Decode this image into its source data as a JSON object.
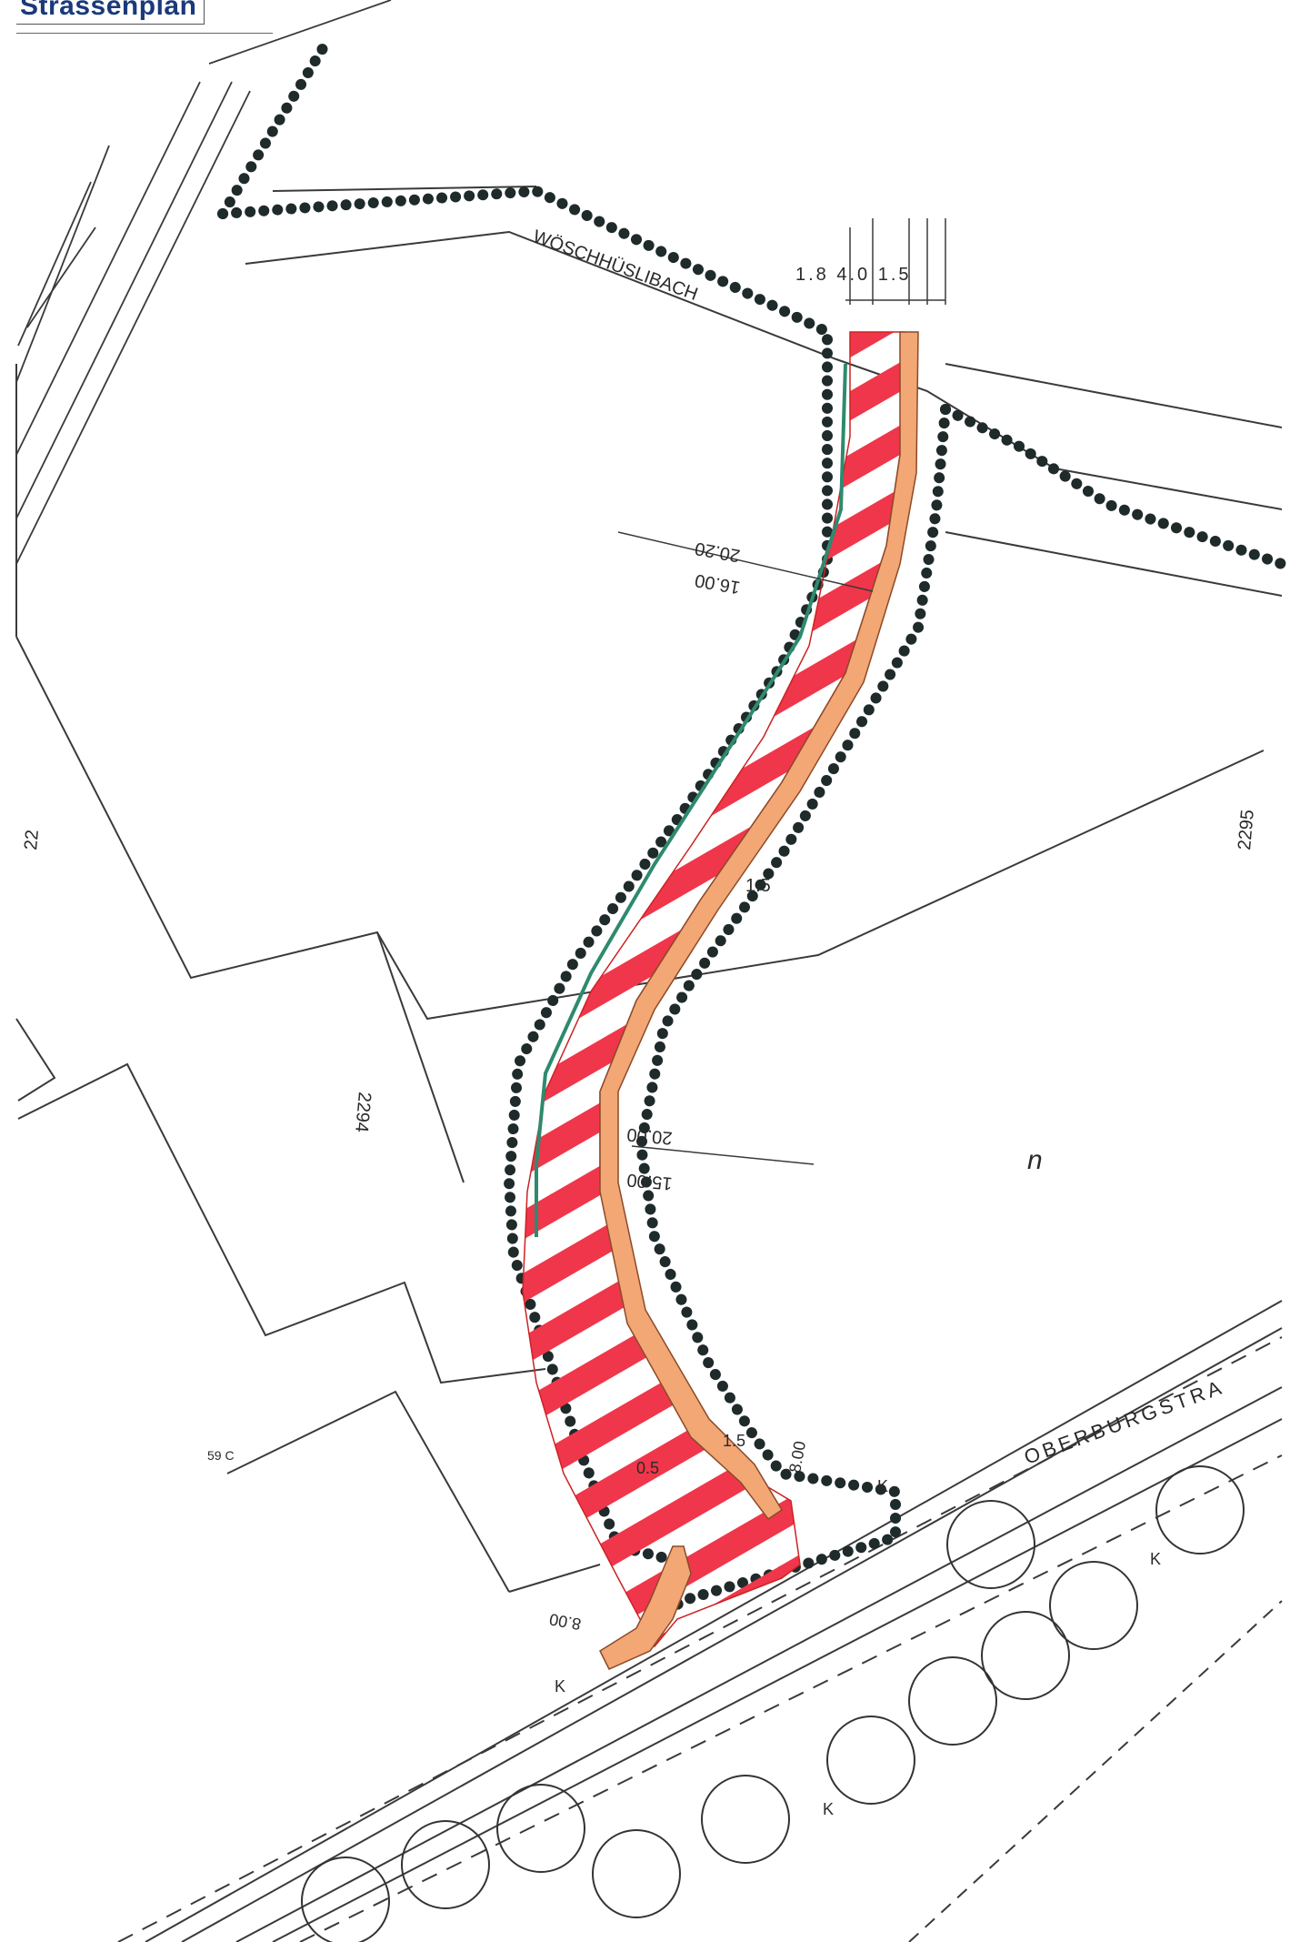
{
  "title": "Strassenplan",
  "labels": {
    "stream": "WÖSCHHÜSLIBACH",
    "street": "OBERBURGSTRA",
    "parcel_2295": "2295",
    "parcel_2294": "2294",
    "parcel_22x": "22",
    "house_59c": "59 C",
    "handwritten_note": "n",
    "radius_top_a": "20.20",
    "radius_top_b": "16.00",
    "radius_mid_a": "20.00",
    "radius_mid_b": "15.00",
    "radius_bottom_left": "8.00",
    "radius_bottom_right": "8.00",
    "dim_top": "1.8 4.0 1.5",
    "dim_mid": "1.5",
    "dim_bottom_left": "0.5",
    "dim_bottom_right": "1.5",
    "k_marker_1": "K",
    "k_marker_2": "K",
    "k_marker_3": "K",
    "k_marker_4": "K"
  },
  "legend_colors": {
    "roadway_hatch": "#f0364a",
    "sidewalk": "#f2a774",
    "hedge_line": "#1f2a2a",
    "edge_green": "#2e8a6e",
    "linework": "#3a3a3a",
    "title_blue": "#1a3a7a"
  }
}
